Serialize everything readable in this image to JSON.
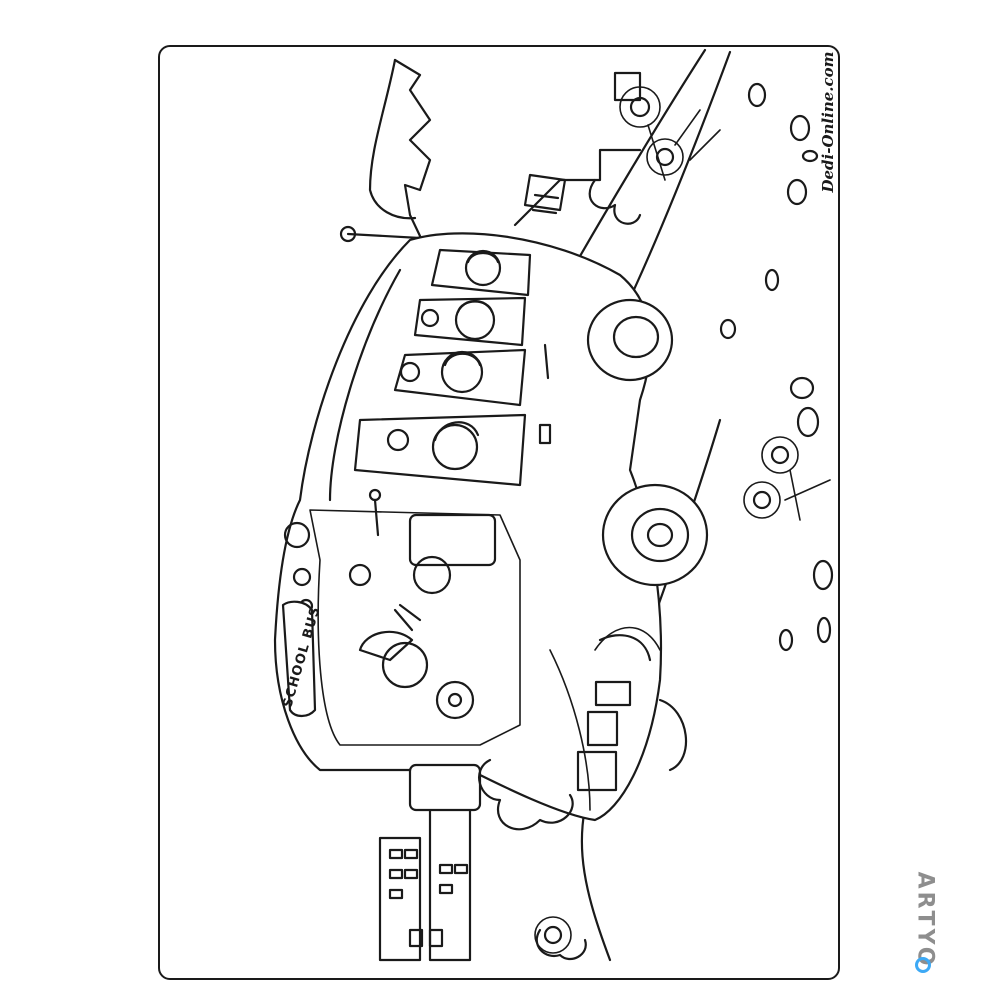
{
  "watermark_text": "Dedi-Online.com",
  "brand_text": "ARTYO",
  "bus_sign_text": "SCHOOL BUS",
  "colors": {
    "line": "#1a1a1a",
    "paper": "#ffffff",
    "brand_gray": "#8e8e8e",
    "brand_accent": "#3da9f5"
  }
}
